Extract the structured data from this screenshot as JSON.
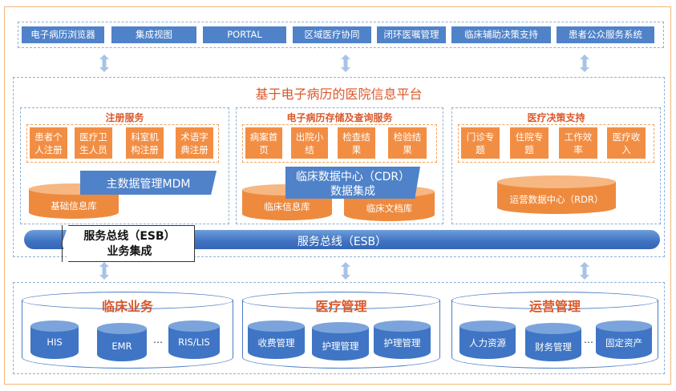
{
  "top_systems": [
    "电子病历浏览器",
    "集成视图",
    "PORTAL",
    "区域医疗协同",
    "闭环医嘱管理",
    "临床辅助决策支持",
    "患者公众服务系统"
  ],
  "platform": {
    "title": "基于电子病历的医院信息平台"
  },
  "registration": {
    "title": "注册服务",
    "items": [
      "患者个人注册",
      "医疗卫生人员",
      "科室机构注册",
      "术语字典注册"
    ],
    "mdm": "主数据管理MDM",
    "db": "基础信息库"
  },
  "storage": {
    "title": "电子病历存储及查询服务",
    "items": [
      "病案首页",
      "出院小结",
      "检查结果",
      "检验结果"
    ],
    "cdr_line1": "临床数据中心（CDR）",
    "cdr_line2": "数据集成",
    "db1": "临床信息库",
    "db2": "临床文档库"
  },
  "decision": {
    "title": "医疗决策支持",
    "items": [
      "门诊专题",
      "住院专题",
      "工作效率",
      "医疗收入"
    ],
    "db": "运营数据中心（RDR）"
  },
  "esb": {
    "bar_label": "服务总线（ESB）",
    "callout_line1": "服务总线（ESB）",
    "callout_line2": "业务集成"
  },
  "bottom_groups": [
    {
      "title": "临床业务",
      "dbs": [
        "HIS",
        "EMR",
        "RIS/LIS"
      ],
      "ellipsis": "…"
    },
    {
      "title": "医疗管理",
      "dbs": [
        "收费管理",
        "护理管理",
        "护理管理"
      ]
    },
    {
      "title": "运营管理",
      "dbs": [
        "人力资源",
        "财务管理",
        "固定资产"
      ],
      "ellipsis": "…"
    }
  ],
  "colors": {
    "blue": "#4f82c9",
    "orange": "#f28e44",
    "title_red": "#d9582b"
  }
}
